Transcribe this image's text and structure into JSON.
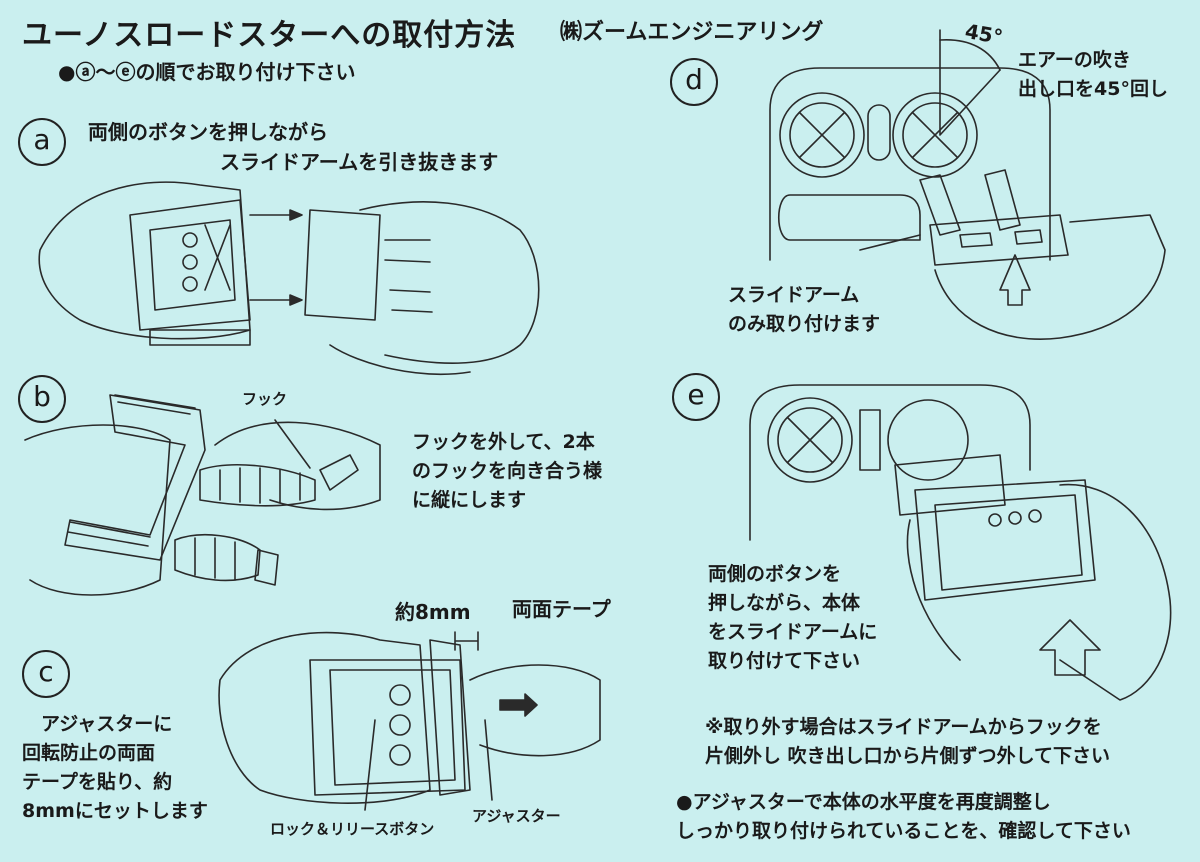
{
  "header": {
    "title": "ユーノスロードスターへの取付方法",
    "company": "㈱ズームエンジニアリング",
    "order_note": "●ⓐ～ⓔの順でお取り付け下さい"
  },
  "steps": {
    "a": {
      "badge": "a",
      "line1": "両側のボタンを押しながら",
      "line2": "スライドアームを引き抜きます"
    },
    "b": {
      "badge": "b",
      "label_hook": "フック",
      "text": "フックを外して、2本\nのフックを向き合う様\nに縦にします"
    },
    "c": {
      "badge": "c",
      "text": "　アジャスターに\n回転防止の両面\nテープを貼り、約\n8mmにセットします",
      "label_8mm": "約8mm",
      "label_tape": "両面テープ",
      "label_lock": "ロック＆リリースボタン",
      "label_adjuster": "アジャスター"
    },
    "d": {
      "badge": "d",
      "angle": "45°",
      "vent_text": "エアーの吹き\n出し口を45°回し",
      "arm_text": "スライドアーム\nのみ取り付けます"
    },
    "e": {
      "badge": "e",
      "text": "両側のボタンを\n押しながら、本体\nをスライドアームに\n取り付けて下さい"
    }
  },
  "notes": {
    "removal": "※取り外す場合はスライドアームからフックを\n片側外し 吹き出し口から片側ずつ外して下さい",
    "level": "●アジャスターで本体の水平度を再度調整し\nしっかり取り付けられていることを、確認して下さい"
  }
}
